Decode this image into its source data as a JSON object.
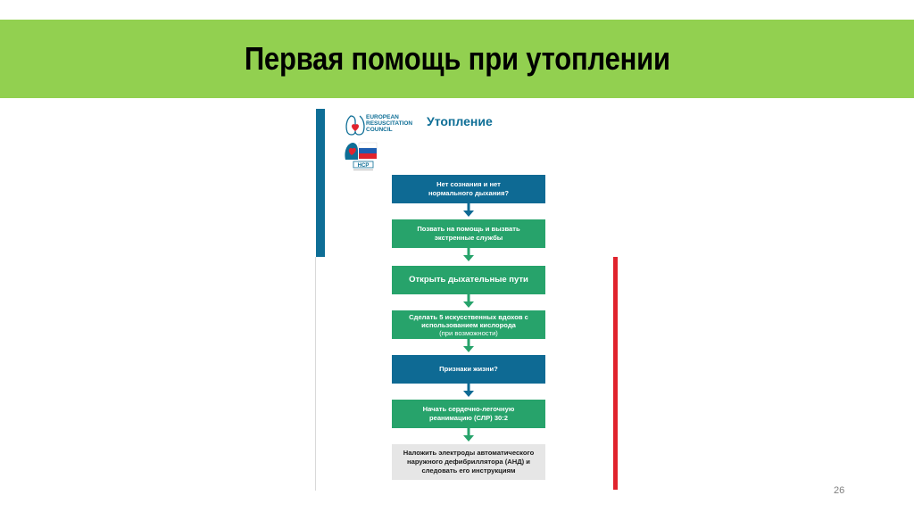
{
  "slide": {
    "title": "Первая помощь при утоплении",
    "page_number": "26",
    "colors": {
      "title_bar": "#92d050",
      "blue": "#0e6a94",
      "green": "#27a36b",
      "gray_box": "#e6e6e6",
      "red_line": "#e0232d"
    }
  },
  "algorithm": {
    "title": "Утопление",
    "logos": {
      "erc_line1": "EUROPEAN",
      "erc_line2": "RESUSCITATION",
      "erc_line3": "COUNCIL",
      "ncr_label": "НСР"
    },
    "steps": [
      {
        "line1": "Нет сознания и нет",
        "line2": "нормального дыхания?",
        "line3": "",
        "type": "blue"
      },
      {
        "line1": "Позвать на помощь и вызвать",
        "line2": "экстренные службы",
        "line3": "",
        "type": "green"
      },
      {
        "line1": "Открыть дыхательные пути",
        "line2": "",
        "line3": "",
        "type": "green"
      },
      {
        "line1": "Сделать 5 искусственных вдохов с",
        "line2": "использованием кислорода",
        "line3": "(при возможности)",
        "type": "green"
      },
      {
        "line1": "Признаки жизни?",
        "line2": "",
        "line3": "",
        "type": "blue"
      },
      {
        "line1": "Начать сердечно-легочную",
        "line2": "реанимацию (СЛР) 30:2",
        "line3": "",
        "type": "green"
      },
      {
        "line1": "Наложить электроды автоматического",
        "line2": "наружного дефибриллятора (АНД) и",
        "line3": "следовать его инструкциям",
        "type": "gray"
      }
    ]
  }
}
